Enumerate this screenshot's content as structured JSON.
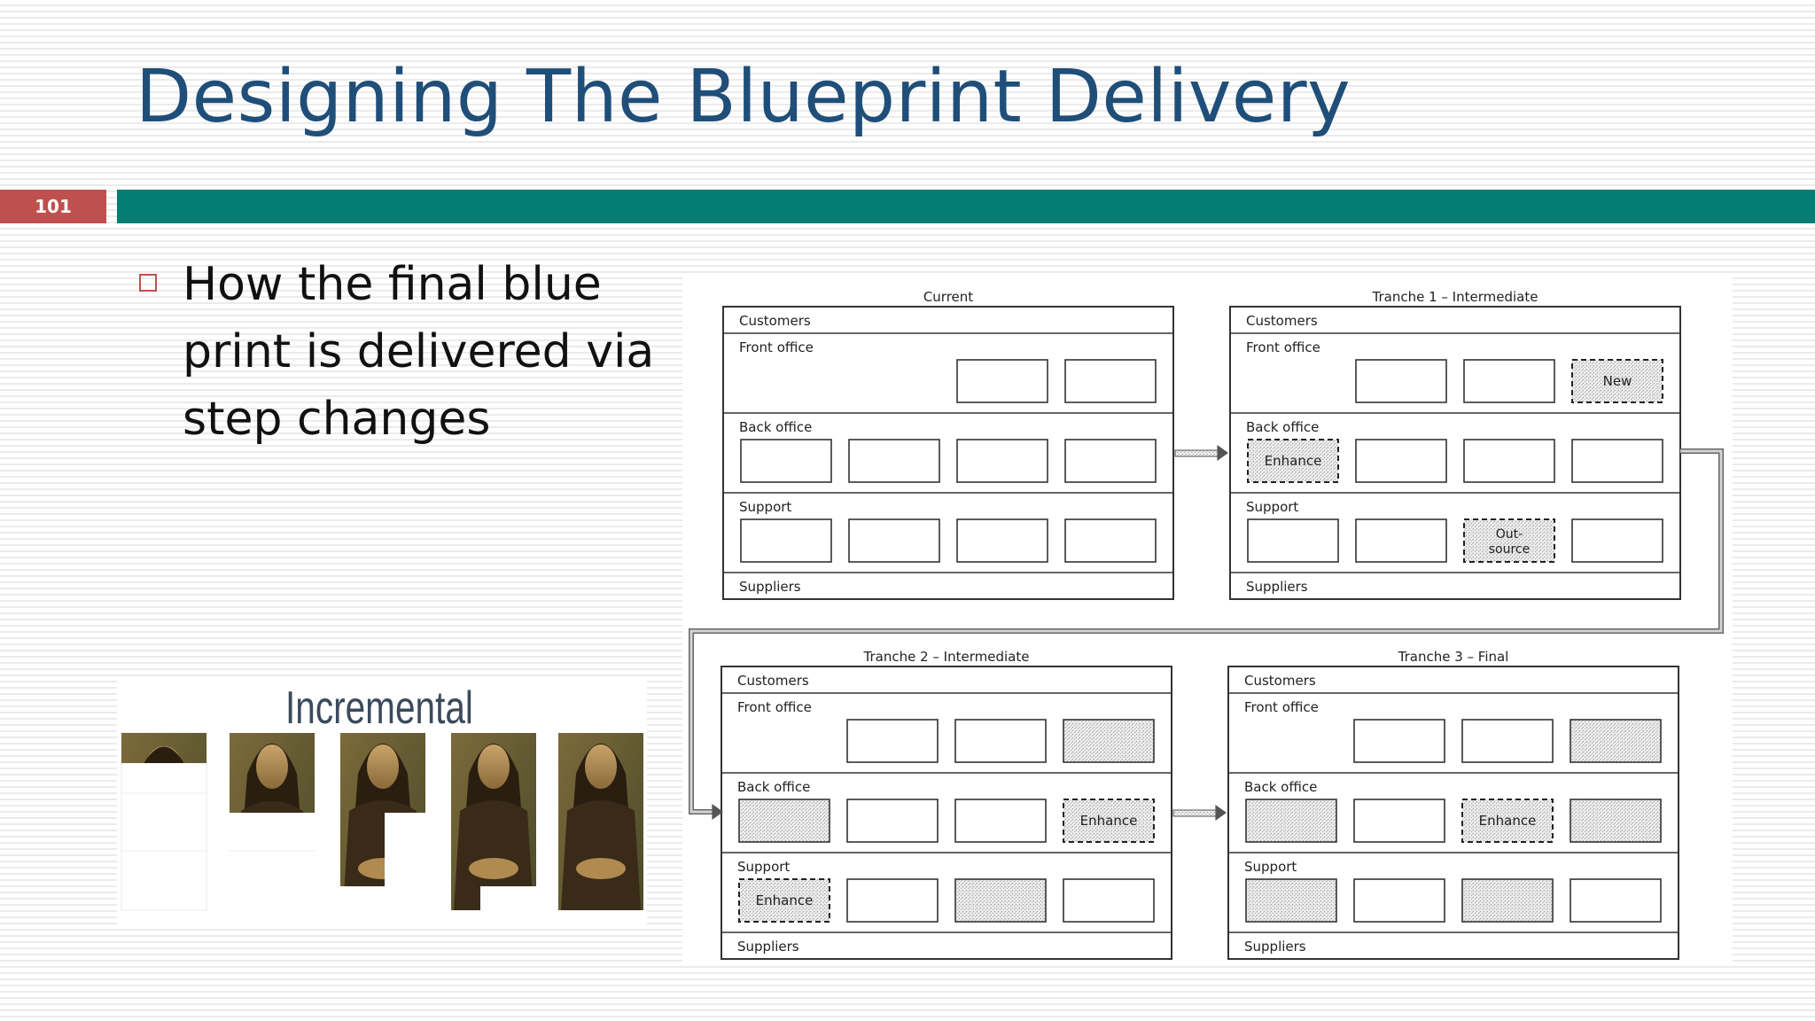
{
  "slide": {
    "title": "Designing The Blueprint Delivery",
    "number": "101",
    "bullet": "How the final blue print is delivered via step changes",
    "accent_color": "#037c74",
    "number_color": "#c0504d",
    "title_color": "#1f4e79"
  },
  "incremental_graphic": {
    "label": "Incremental",
    "steps": 5
  },
  "diagram": {
    "panels": [
      {
        "title": "Current",
        "rows": [
          {
            "label": "Customers",
            "cells": []
          },
          {
            "label": "Front office",
            "cells": [
              "blank",
              "blank"
            ]
          },
          {
            "label": "Back office",
            "cells": [
              "blank",
              "blank",
              "blank",
              "blank"
            ]
          },
          {
            "label": "Support",
            "cells": [
              "blank",
              "blank",
              "blank",
              "blank"
            ]
          },
          {
            "label": "Suppliers",
            "cells": []
          }
        ]
      },
      {
        "title": "Tranche 1 – Intermediate",
        "rows": [
          {
            "label": "Customers",
            "cells": []
          },
          {
            "label": "Front office",
            "cells": [
              "blank",
              "blank",
              "New"
            ]
          },
          {
            "label": "Back office",
            "cells": [
              "Enhance",
              "blank",
              "blank",
              "blank"
            ]
          },
          {
            "label": "Support",
            "cells": [
              "blank",
              "blank",
              "Out-source",
              "blank"
            ]
          },
          {
            "label": "Suppliers",
            "cells": []
          }
        ]
      },
      {
        "title": "Tranche 2 – Intermediate",
        "rows": [
          {
            "label": "Customers",
            "cells": []
          },
          {
            "label": "Front office",
            "cells": [
              "blank",
              "blank",
              "shaded"
            ]
          },
          {
            "label": "Back office",
            "cells": [
              "shaded",
              "blank",
              "blank",
              "Enhance"
            ]
          },
          {
            "label": "Support",
            "cells": [
              "Enhance",
              "blank",
              "shaded",
              "blank"
            ]
          },
          {
            "label": "Suppliers",
            "cells": []
          }
        ]
      },
      {
        "title": "Tranche 3 – Final",
        "rows": [
          {
            "label": "Customers",
            "cells": []
          },
          {
            "label": "Front office",
            "cells": [
              "blank",
              "blank",
              "shaded"
            ]
          },
          {
            "label": "Back office",
            "cells": [
              "shaded",
              "blank",
              "Enhance",
              "shaded"
            ]
          },
          {
            "label": "Support",
            "cells": [
              "shaded",
              "blank",
              "shaded",
              "blank"
            ]
          },
          {
            "label": "Suppliers",
            "cells": []
          }
        ]
      }
    ]
  }
}
